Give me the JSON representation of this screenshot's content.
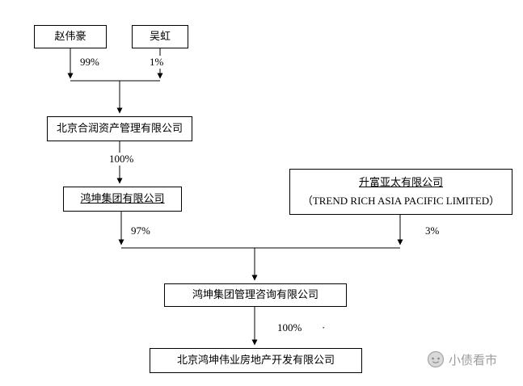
{
  "diagram": {
    "nodes": {
      "zhao": {
        "label": "赵伟豪"
      },
      "wu": {
        "label": "吴虹"
      },
      "herun": {
        "label": "北京合润资产管理有限公司"
      },
      "group": {
        "label": "鸿坤集团有限公司"
      },
      "trend": {
        "name_cn": "升富亚太有限公司",
        "name_en": "（TREND RICH ASIA PACIFIC LIMITED）"
      },
      "consulting": {
        "label": "鸿坤集团管理咨询有限公司"
      },
      "weiye": {
        "label": "北京鸿坤伟业房地产开发有限公司"
      }
    },
    "percentages": {
      "zhao_to_herun": "99%",
      "wu_to_herun": "1%",
      "herun_to_group": "100%",
      "group_to_consulting": "97%",
      "trend_to_consulting": "3%",
      "consulting_to_weiye": "100%"
    },
    "stray_mark": "·"
  },
  "watermark": {
    "text": "小债看市"
  }
}
